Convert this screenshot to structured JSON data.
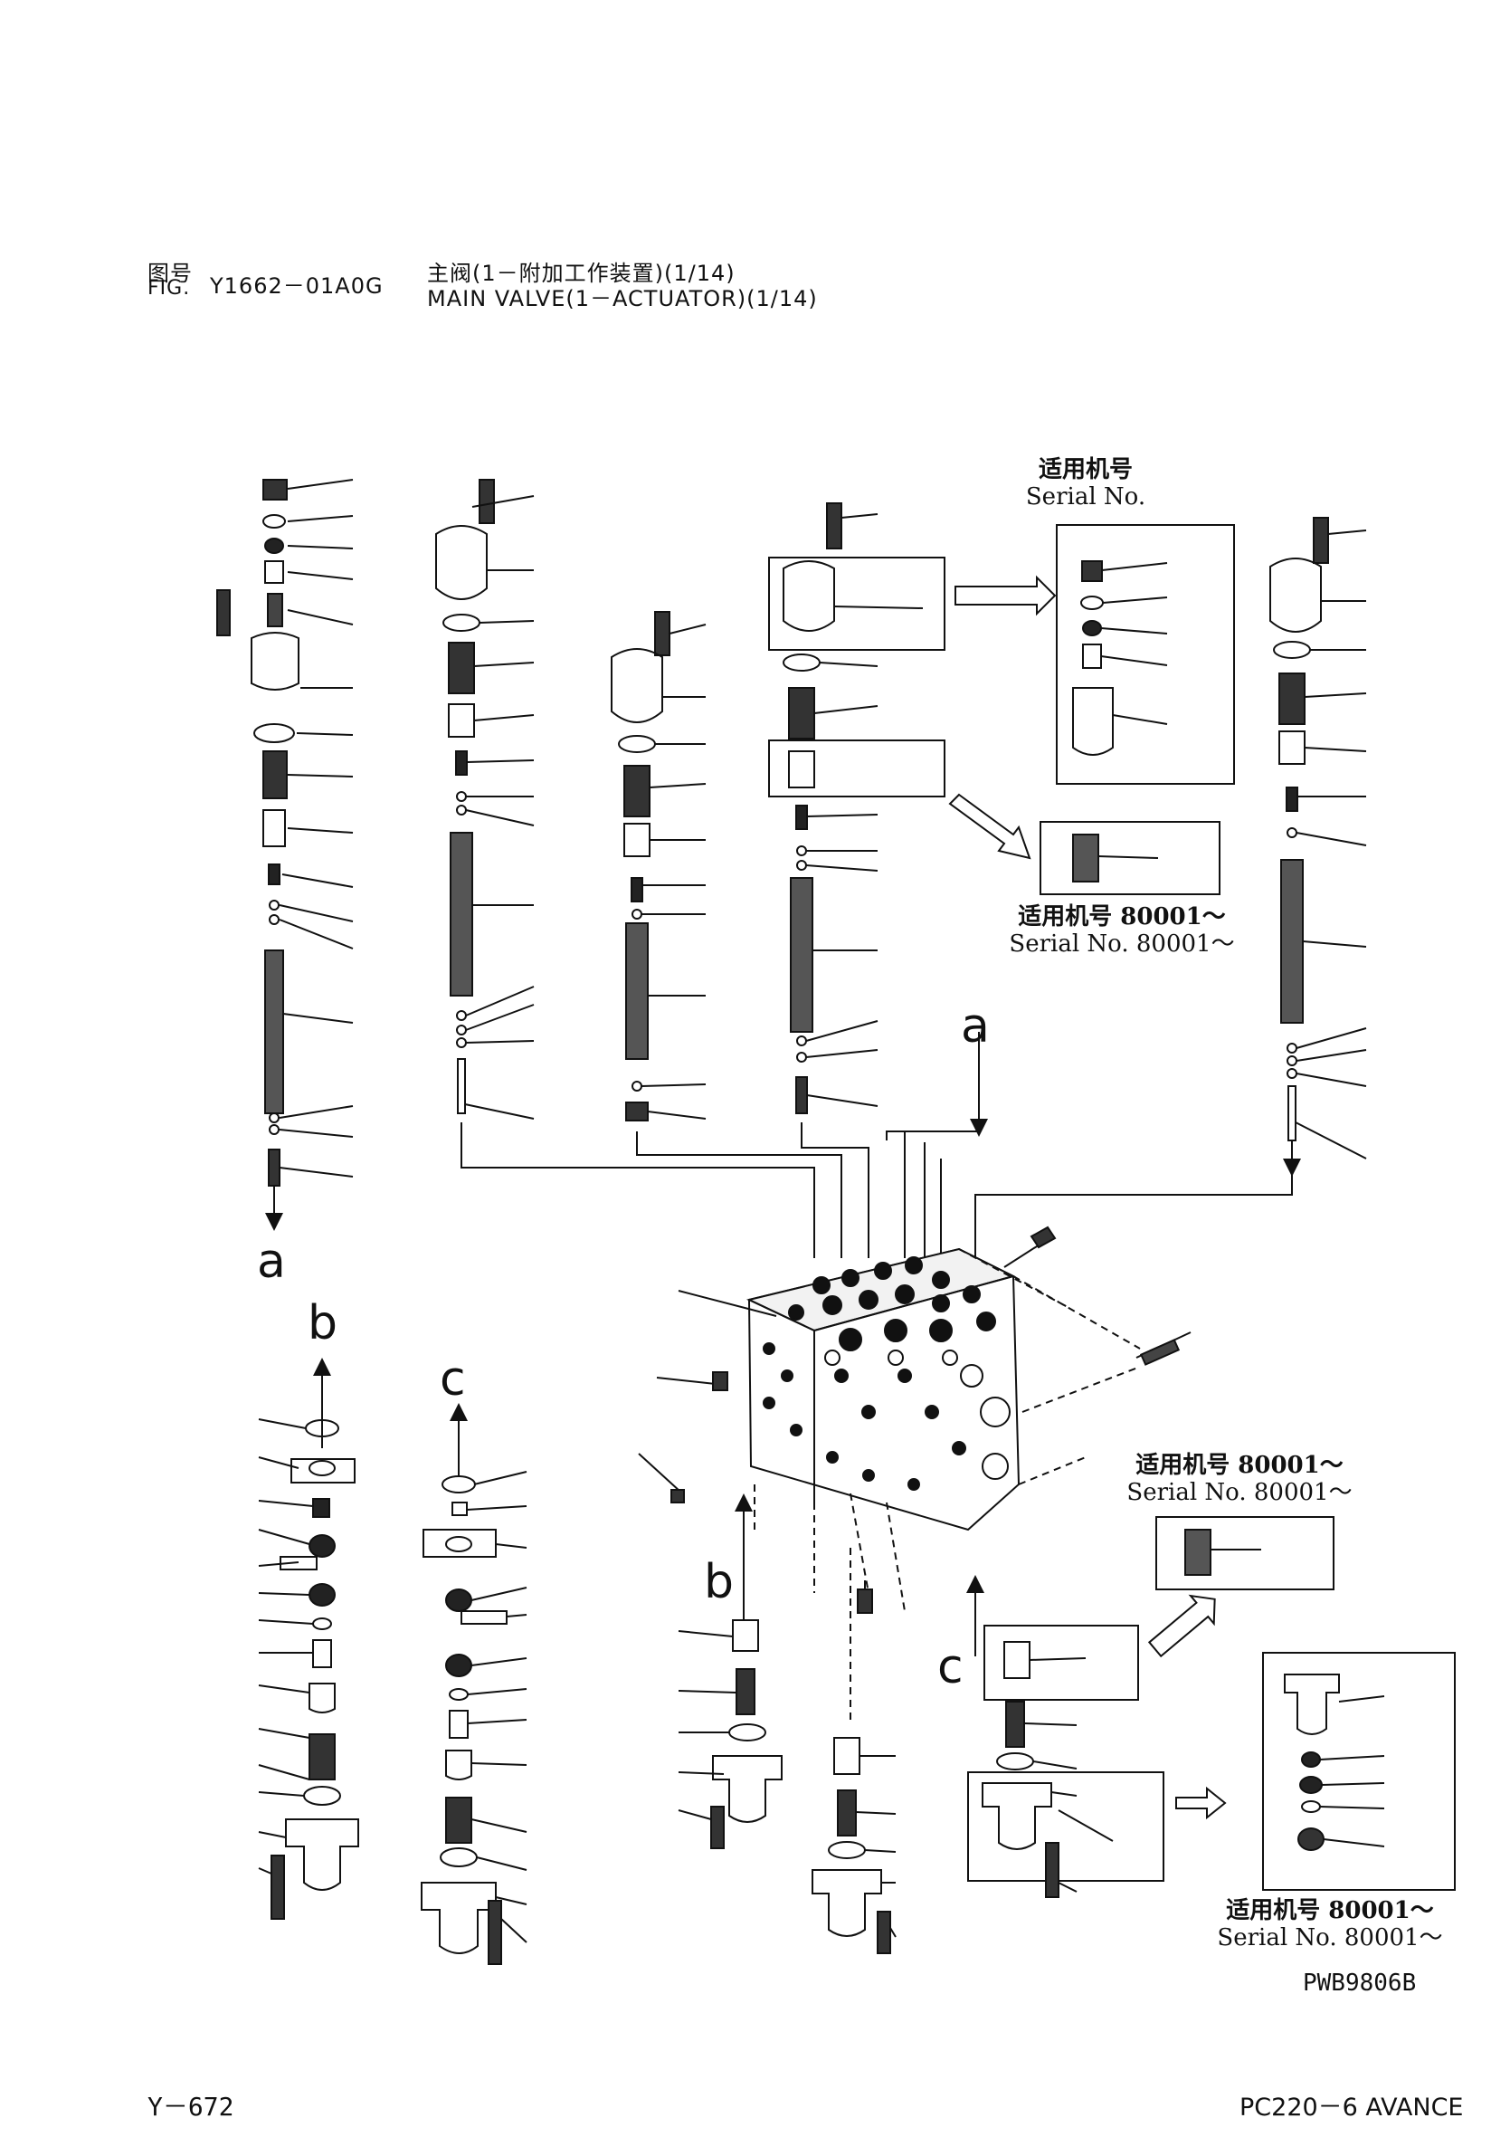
{
  "header": {
    "fig_label_cn": "图号",
    "fig_label_en": "FIG.",
    "fig_number": "Y1662－01A0G",
    "title_cn": "主阀(1－附加工作装置)(1/14)",
    "title_en": "MAIN VALVE(1－ACTUATOR)(1/14)"
  },
  "notes": {
    "serial_top_cn": "适用机号",
    "serial_top_en": "Serial No.",
    "serial_mid_cn": "适用机号 80001～",
    "serial_mid_en": "Serial No. 80001～",
    "serial_right_cn": "适用机号 80001～",
    "serial_right_en": "Serial No. 80001～",
    "serial_bottom_cn": "适用机号 80001～",
    "serial_bottom_en": "Serial No. 80001～"
  },
  "connectors": {
    "a_top": "a",
    "a_left": "a",
    "b_left": "b",
    "c_left": "c",
    "b_center": "b",
    "c_center": "c"
  },
  "drawing_code": "PWB9806B",
  "footer": {
    "page_number": "Y－672",
    "model": "PC220－6 AVANCE"
  }
}
